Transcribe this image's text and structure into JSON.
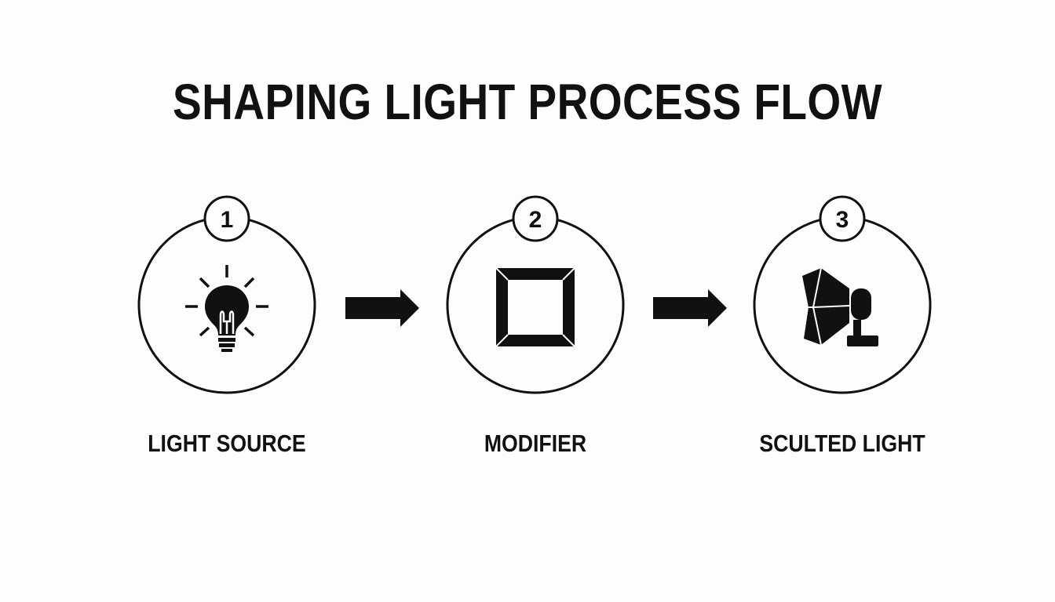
{
  "title": "SHAPING LIGHT PROCESS FLOW",
  "steps": [
    {
      "number": "1",
      "label": "LIGHT SOURCE",
      "icon": "light-bulb-icon"
    },
    {
      "number": "2",
      "label": "MODIFIER",
      "icon": "square-frame-icon"
    },
    {
      "number": "3",
      "label": "SCULTED LIGHT",
      "icon": "softbox-light-icon"
    }
  ],
  "colors": {
    "background": "#fdfdfd",
    "ink": "#111111"
  }
}
